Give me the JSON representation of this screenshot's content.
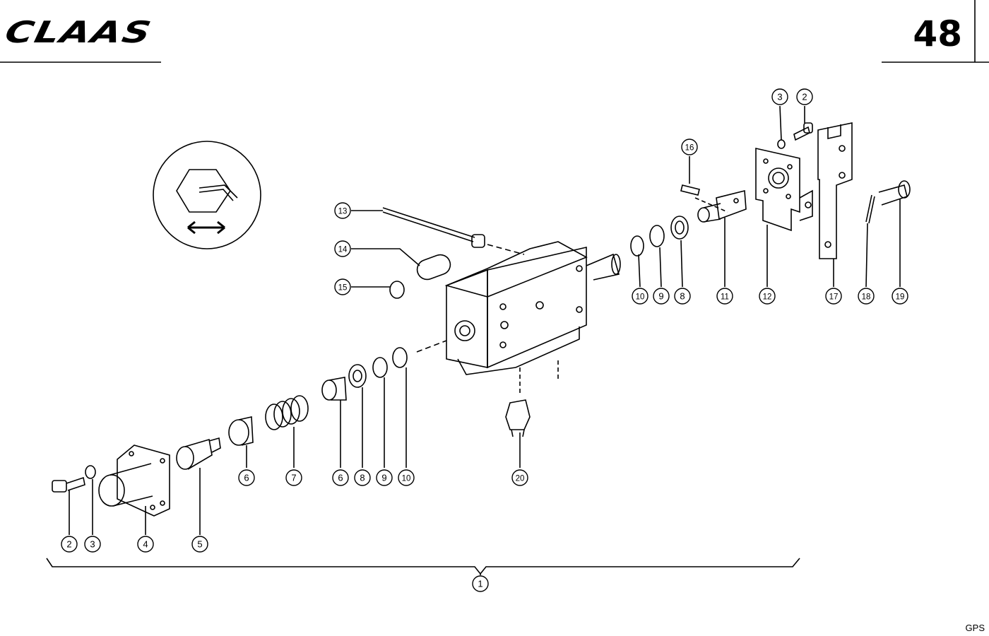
{
  "header": {
    "brand": "CLAAS",
    "page_number": "48"
  },
  "footer": {
    "code": "GPS"
  },
  "callouts": [
    {
      "id": "c-2a",
      "label": "2"
    },
    {
      "id": "c-3a",
      "label": "3"
    },
    {
      "id": "c-4",
      "label": "4"
    },
    {
      "id": "c-5",
      "label": "5"
    },
    {
      "id": "c-6a",
      "label": "6"
    },
    {
      "id": "c-7",
      "label": "7"
    },
    {
      "id": "c-6b",
      "label": "6"
    },
    {
      "id": "c-8a",
      "label": "8"
    },
    {
      "id": "c-9a",
      "label": "9"
    },
    {
      "id": "c-10a",
      "label": "10"
    },
    {
      "id": "c-20",
      "label": "20"
    },
    {
      "id": "c-1",
      "label": "1"
    },
    {
      "id": "c-13",
      "label": "13"
    },
    {
      "id": "c-14",
      "label": "14"
    },
    {
      "id": "c-15",
      "label": "15"
    },
    {
      "id": "c-16",
      "label": "16"
    },
    {
      "id": "c-10b",
      "label": "10"
    },
    {
      "id": "c-9b",
      "label": "9"
    },
    {
      "id": "c-8b",
      "label": "8"
    },
    {
      "id": "c-11",
      "label": "11"
    },
    {
      "id": "c-12",
      "label": "12"
    },
    {
      "id": "c-3b",
      "label": "3"
    },
    {
      "id": "c-2b",
      "label": "2"
    },
    {
      "id": "c-17",
      "label": "17"
    },
    {
      "id": "c-18",
      "label": "18"
    },
    {
      "id": "c-19",
      "label": "19"
    }
  ]
}
